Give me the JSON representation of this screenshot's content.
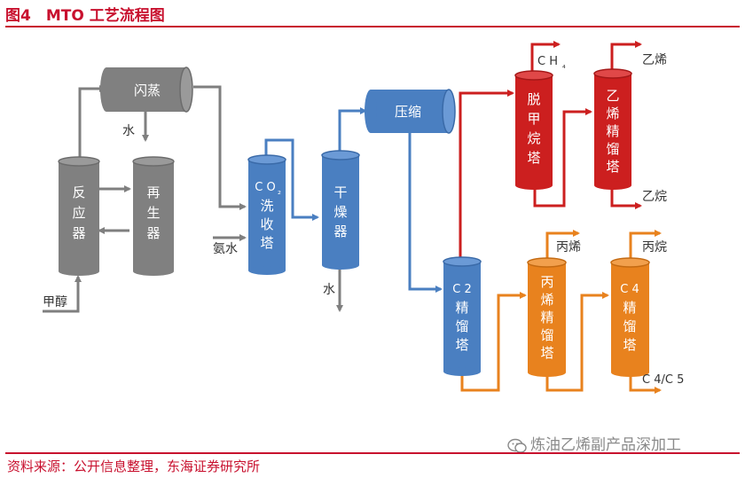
{
  "figure_title": "图4　MTO 工艺流程图",
  "source": "资料来源：公开信息整理，东海证券研究所",
  "watermark": "炼油乙烯副产品深加工",
  "colors": {
    "gray": "#7f7f7f",
    "blue": "#4a7fc1",
    "red": "#cc1f1f",
    "orange": "#e8821e",
    "accent": "#c8102e"
  },
  "units": {
    "flash": "闪蒸",
    "reactor": [
      "反",
      "应",
      "器"
    ],
    "regenerator": [
      "再",
      "生",
      "器"
    ],
    "co2_washer": [
      "C O",
      "₂",
      "洗",
      "收",
      "塔"
    ],
    "dryer": [
      "干",
      "燥",
      "器"
    ],
    "compressor": "压缩",
    "c2_tower": [
      "C 2",
      "精",
      "馏",
      "塔"
    ],
    "demethanizer": [
      "脱",
      "甲",
      "烷",
      "塔"
    ],
    "ethylene_tower": [
      "乙",
      "烯",
      "精",
      "馏",
      "塔"
    ],
    "propylene_tower": [
      "丙",
      "烯",
      "精",
      "馏",
      "塔"
    ],
    "c4_tower": [
      "C 4",
      "精",
      "馏",
      "塔"
    ]
  },
  "streams": {
    "water_flash": "水",
    "ammonia": "氨水",
    "water_dryer": "水",
    "methanol": "甲醇",
    "methane": "C H",
    "methane_sub": "₄",
    "ethylene": "乙烯",
    "ethane": "乙烷",
    "propylene": "丙烯",
    "propane": "丙烷",
    "c4c5": "C 4/C 5"
  }
}
